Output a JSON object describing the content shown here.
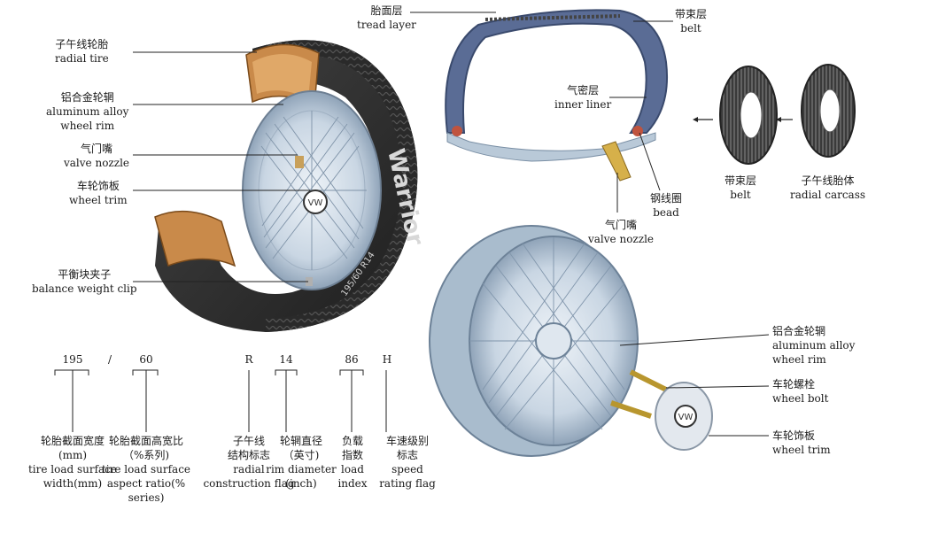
{
  "illustrations": {
    "cutaway_tire_text": "Warrior",
    "sidewall_size_text": "195/60 R14"
  },
  "labels": {
    "radial_tire": {
      "zh": "子午线轮胎",
      "en": "radial tire"
    },
    "aluminum_alloy_rim_left": {
      "zh": "铝合金轮辋",
      "en1": "aluminum alloy",
      "en2": "wheel rim"
    },
    "valve_nozzle_left": {
      "zh": "气门嘴",
      "en": "valve nozzle"
    },
    "wheel_trim_left": {
      "zh": "车轮饰板",
      "en": "wheel trim"
    },
    "balance_weight_clip": {
      "zh": "平衡块夹子",
      "en": "balance weight clip"
    },
    "tread_layer": {
      "zh": "胎面层",
      "en": "tread layer"
    },
    "belt_top": {
      "zh": "带束层",
      "en": "belt"
    },
    "inner_liner": {
      "zh": "气密层",
      "en": "inner liner"
    },
    "bead": {
      "zh": "钢线圈",
      "en": "bead"
    },
    "valve_nozzle_center": {
      "zh": "气门嘴",
      "en": "valve nozzle"
    },
    "belt_right": {
      "zh": "带束层",
      "en": "belt"
    },
    "radial_carcass": {
      "zh": "子午线胎体",
      "en": "radial carcass"
    },
    "aluminum_alloy_rim_right": {
      "zh": "铝合金轮辋",
      "en1": "aluminum alloy",
      "en2": "wheel rim"
    },
    "wheel_bolt": {
      "zh": "车轮螺栓",
      "en": "wheel bolt"
    },
    "wheel_trim_right": {
      "zh": "车轮饰板",
      "en": "wheel trim"
    }
  },
  "tire_code": {
    "width": "195",
    "slash": "/",
    "ratio": "60",
    "radial": "R",
    "rim": "14",
    "load": "86",
    "speed": "H",
    "width_desc": {
      "l1": "轮胎截面宽度",
      "l2": "(mm)",
      "l3": "tire load surface",
      "l4": "width(mm)"
    },
    "ratio_desc": {
      "l1": "轮胎截面高宽比",
      "l2": "（%系列)",
      "l3": "tire load surface",
      "l4": "aspect ratio(%",
      "l5": "series)"
    },
    "radial_desc": {
      "l1": "子午线",
      "l2": "结构标志",
      "l3": "radial",
      "l4": "construction flag"
    },
    "rim_desc": {
      "l1": "轮辋直径",
      "l2": "（英寸)",
      "l3": "rim diameter",
      "l4": "(inch)"
    },
    "load_desc": {
      "l1": "负载",
      "l2": "指数",
      "l3": "load",
      "l4": "index"
    },
    "speed_desc": {
      "l1": "车速级别",
      "l2": "标志",
      "l3": "speed",
      "l4": "rating flag"
    }
  },
  "colors": {
    "tire": "#2b2b2b",
    "rubber_cut": "#c98a4a",
    "rim": "#c9d6e3",
    "section_fill": "#5a6c95",
    "leader": "#222222"
  }
}
